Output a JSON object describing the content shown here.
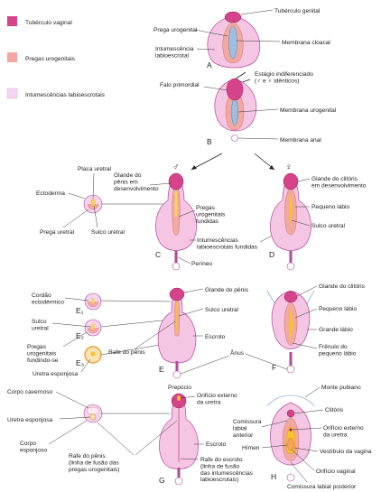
{
  "legend": [
    {
      "label": "Tubérculo vaginal",
      "color": "#d6438a"
    },
    {
      "label": "Pregas urogenitais",
      "color": "#f2a7a0"
    },
    {
      "label": "Intumescências labioescrotais",
      "color": "#f4d4ee"
    }
  ],
  "stages": {
    "A": {
      "letter": "A",
      "labels": {
        "tuberculo_genital": "Tubérculo genital",
        "prega_urogenital": "Prega urogenital",
        "membrana_cloacal": "Membrana cloacal",
        "intumescencia": "Intumescência\nlabioescrotal"
      }
    },
    "B": {
      "letter": "B",
      "labels": {
        "estagio": "Estágio indiferenciado\n(♂ e ♀ idênticos)",
        "falo": "Falo primordial",
        "membrana_urogenital": "Membrana urogenital",
        "membrana_anal": "Membrana anal"
      }
    },
    "C": {
      "letter": "C",
      "labels": {
        "sym": "♂",
        "placa_uretral": "Placa uretral",
        "ectoderma": "Ectoderma",
        "prega_uretral": "Prega uretral",
        "sulco_uretral": "Sulco uretral",
        "glande_penis": "Glande do\npênis em\ndesenvolvimento",
        "pregas_fundidas": "Pregas\nurogenitais\nfundidas",
        "intumescencias_fundidas": "Intumescências\nlabioescrotais fundidas",
        "perineo": "Períneo"
      }
    },
    "D": {
      "letter": "D",
      "labels": {
        "sym": "♀",
        "glande_clitoris": "Glande do clitóris\nem desenvolvimento",
        "pequeno_labio": "Pequeno lábio",
        "sulco_uretral": "Sulco uretral"
      }
    },
    "E": {
      "letter": "E",
      "labels": {
        "cordao": "Cordão\nectodérmico",
        "e1": "E₁",
        "sulco_uretral_left": "Sulco\nuretral",
        "e2": "E₂",
        "pregas_fundindo": "Pregas\nurogenitais\nfundindo-se",
        "e3": "E₃",
        "uretra_esponjosa": "Uretra esponjosa",
        "rafe_penis": "Rafe do pênis",
        "glande_penis": "Glande do pênis",
        "sulco_uretral": "Sulco uretral",
        "escroto": "Escroto",
        "anus": "Ânus"
      }
    },
    "F": {
      "letter": "F",
      "labels": {
        "glande_clitoris": "Glande do clitóris",
        "pequeno_labio": "Pequeno lábio",
        "grande_labio": "Grande lábio",
        "frenulo": "Frênulo do\npequeno lábio"
      }
    },
    "G": {
      "letter": "G",
      "labels": {
        "corpo_cavernoso": "Corpo cavernoso",
        "uretra_esponjosa": "Uretra esponjosa",
        "corpo_esponjoso": "Corpo\nesponjoso",
        "rafe_penis": "Rafe do pênis\n(linha de fusão das\npregas urogenitais)",
        "prepucio": "Prepúcio",
        "orificio_uretra": "Orifício externo\nda uretra",
        "escroto": "Escroto",
        "rafe_escroto": "Rafe do escroto\n(linha de fusão\ndas intumescências\nlabioescrotais)"
      }
    },
    "H": {
      "letter": "H",
      "labels": {
        "monte_pubiano": "Monte pubiano",
        "clitoris": "Clitóris",
        "comissura_anterior": "Comissura\nlabial\nanterior",
        "orificio_uretra": "Orifício externo\nda uretra",
        "himen": "Hímen",
        "vestibulo": "Vestíbulo da vagina",
        "orificio_vaginal": "Orifício vaginal",
        "comissura_posterior": "Comissura labial posterior"
      }
    }
  }
}
